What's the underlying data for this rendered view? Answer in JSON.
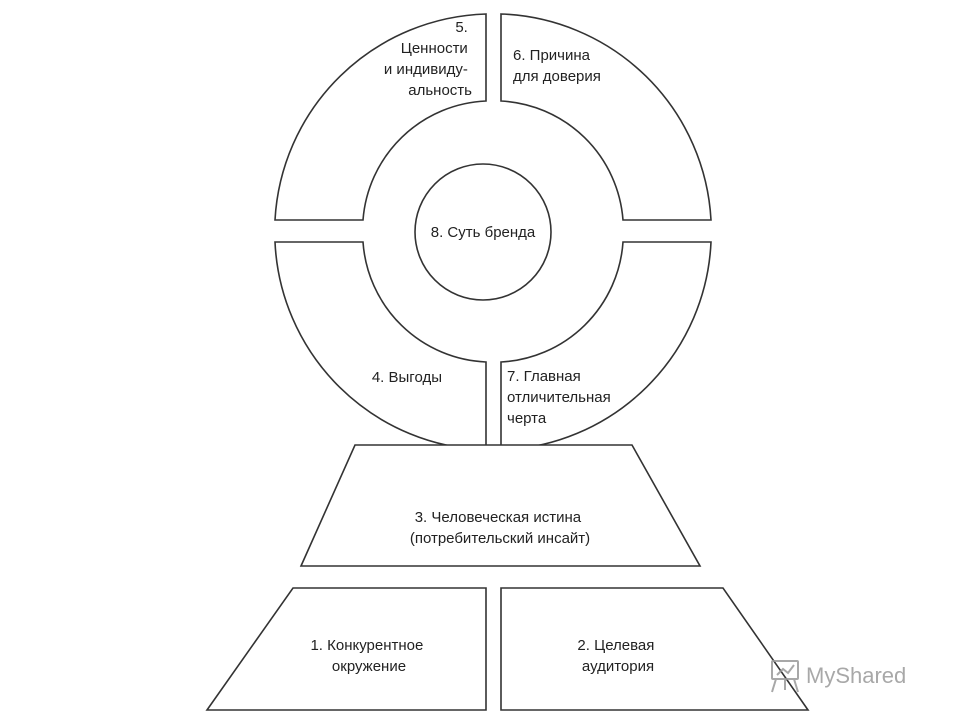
{
  "segments": {
    "s5": {
      "lines": [
        "5.",
        "Ценности",
        "и индивиду-",
        "альность"
      ]
    },
    "s6": {
      "lines": [
        "6. Причина",
        "для доверия"
      ]
    },
    "s4": {
      "lines": [
        "4. Выгоды"
      ]
    },
    "s7": {
      "lines": [
        "7. Главная",
        "отличительная",
        "черта"
      ]
    },
    "s8": {
      "lines": [
        "8. Суть бренда"
      ]
    }
  },
  "base": {
    "s3": {
      "lines": [
        "3. Человеческая истина",
        "(потребительский инсайт)"
      ]
    },
    "s1": {
      "lines": [
        "1. Конкурентное",
        "окружение"
      ]
    },
    "s2": {
      "lines": [
        "2. Целевая",
        "аудитория"
      ]
    }
  },
  "watermark": {
    "text": "MyShared",
    "icon": "presentation-board-icon"
  },
  "colors": {
    "stroke": "#333333",
    "fill": "#ffffff",
    "text": "#222222",
    "watermark": "#9a9a9a"
  }
}
